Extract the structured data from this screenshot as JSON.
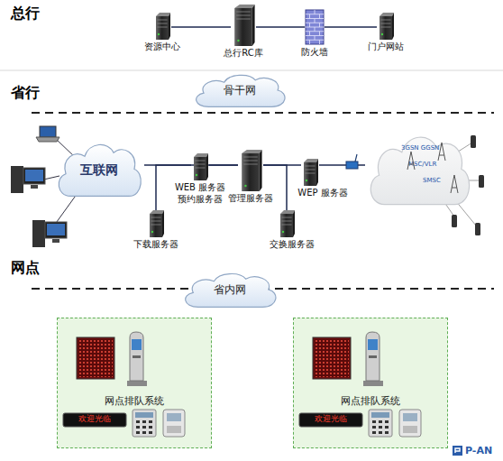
{
  "diagram": {
    "nodes": [
      {
        "text": [
          "资源中心"
        ]
      },
      {
        "text": [
          "总行RC库"
        ]
      },
      {
        "text": [
          "防火墙"
        ]
      },
      {
        "text": [
          "门户网站"
        ]
      },
      {
        "text": [
          "骨干网"
        ]
      },
      {
        "text": [
          "互联网"
        ]
      },
      {
        "text": [
          "WEB 服务器",
          "预约服务器"
        ]
      },
      {
        "text": [
          "管理服务器"
        ]
      },
      {
        "text": [
          "WEP 服务器"
        ]
      },
      {
        "text": [
          "3GSN GGSN",
          "MSC/VLR",
          "SMSC"
        ]
      },
      {
        "text": [
          "下载服务器"
        ]
      },
      {
        "text": [
          "交换服务器"
        ]
      },
      {
        "text": [
          "省内网"
        ]
      },
      {
        "text": [
          "网点排队系统"
        ]
      },
      {
        "text": [
          "网点排队系统"
        ]
      }
    ],
    "edges": [
      {
        "from": 0,
        "to": 1,
        "arrow": "none"
      },
      {
        "from": 1,
        "to": 2,
        "arrow": "none"
      },
      {
        "from": 2,
        "to": 3,
        "arrow": "none"
      },
      {
        "from": 5,
        "to": 6,
        "arrow": "none"
      },
      {
        "from": 6,
        "to": 7,
        "arrow": "none"
      },
      {
        "from": 7,
        "to": 8,
        "arrow": "none"
      },
      {
        "from": 8,
        "to": 9,
        "arrow": "none"
      },
      {
        "from": 10,
        "to": 7,
        "arrow": "none"
      },
      {
        "from": 11,
        "to": 7,
        "arrow": "none"
      }
    ],
    "labels": [
      "总行",
      "省行",
      "网点",
      "欢迎光临",
      "欢迎光临",
      "P-AN"
    ]
  }
}
